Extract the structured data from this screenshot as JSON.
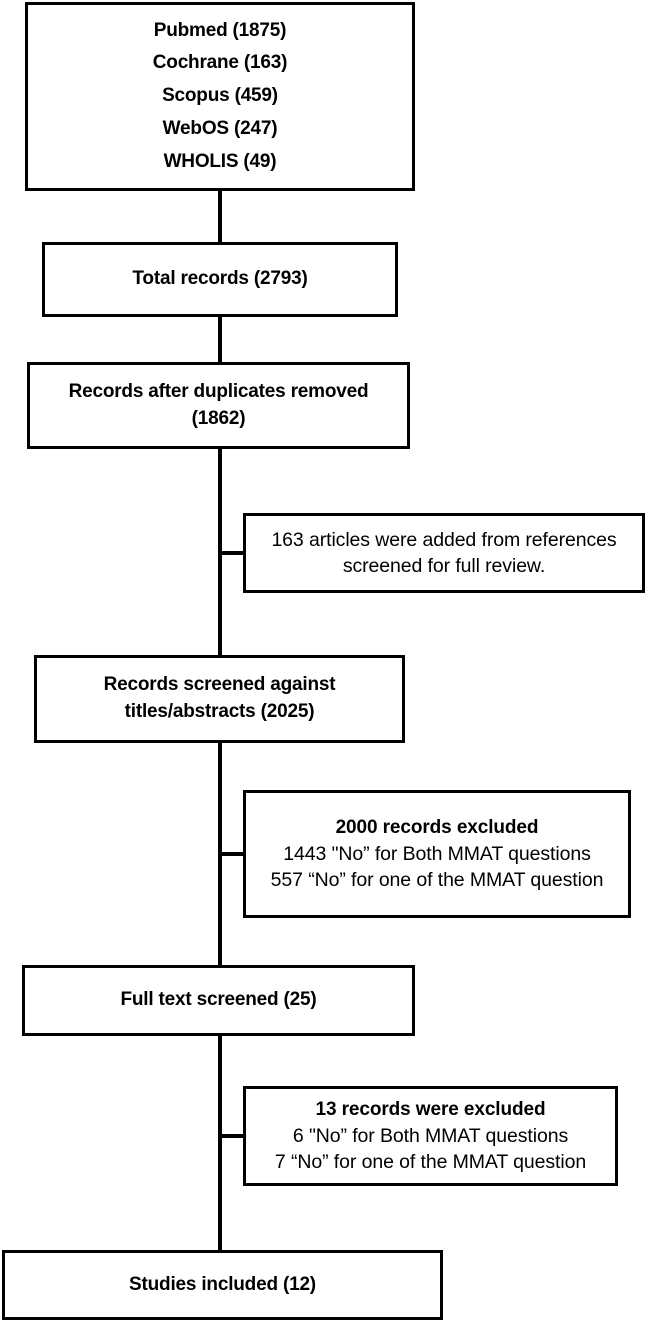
{
  "diagram": {
    "type": "prisma-flow-diagram",
    "colors": {
      "border": "#000000",
      "background": "#ffffff",
      "text": "#000000"
    },
    "nodes": {
      "sources": {
        "lines": [
          "Pubmed (1875)",
          "Cochrane (163)",
          "Scopus (459)",
          "WebOS (247)",
          "WHOLIS (49)"
        ]
      },
      "total_records": {
        "lines": [
          "Total records (2793)"
        ]
      },
      "after_duplicates": {
        "lines": [
          "Records after duplicates removed",
          "(1862)"
        ]
      },
      "references_added": {
        "lines": [
          "163 articles were added from references",
          "screened for full review."
        ]
      },
      "screened_titles": {
        "lines": [
          "Records screened against",
          "titles/abstracts (2025)"
        ]
      },
      "excluded_2000": {
        "header": "2000 records excluded",
        "lines": [
          "1443 \"No” for Both MMAT questions",
          "557 “No” for one of the MMAT question"
        ]
      },
      "full_text": {
        "lines": [
          "Full text screened (25)"
        ]
      },
      "excluded_13": {
        "header": "13 records were excluded",
        "lines": [
          "6 \"No” for Both MMAT questions",
          "7 “No” for one of the MMAT question"
        ]
      },
      "studies_included": {
        "lines": [
          "Studies included (12)"
        ]
      }
    }
  }
}
